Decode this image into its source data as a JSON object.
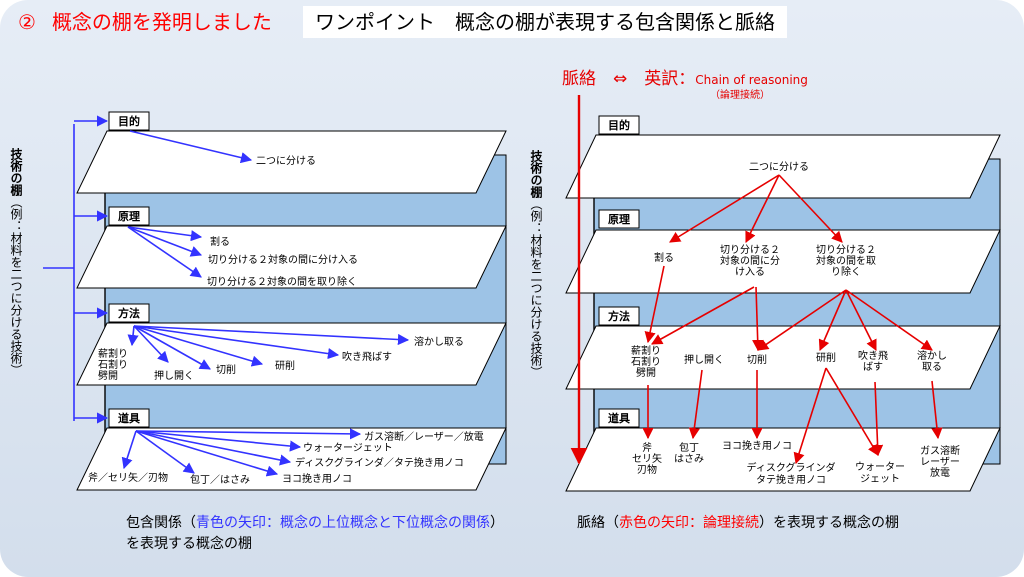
{
  "header": {
    "title_num": "②",
    "title": "概念の棚を発明しました",
    "subtitle": "ワンポイント　概念の棚が表現する包含関係と脈絡"
  },
  "colors": {
    "blue_arrow": "#3333ff",
    "red_arrow": "#e60000",
    "shelf_fill": "#9dc3e6"
  },
  "left": {
    "side_label_bold": "技術の棚",
    "side_label": "（例：材料を二つに分ける技術）",
    "shelves": {
      "purpose": {
        "label": "目的",
        "items": [
          "二つに分ける"
        ]
      },
      "principle": {
        "label": "原理",
        "items": [
          "割る",
          "切り分ける２対象の間に分け入る",
          "切り分ける２対象の間を取り除く"
        ]
      },
      "method": {
        "label": "方法",
        "items": [
          "薪割り\n石割り\n劈開",
          "押し開く",
          "切削",
          "研削",
          "吹き飛ばす",
          "溶かし取る"
        ]
      },
      "tool": {
        "label": "道具",
        "items": [
          "斧／セリ矢／刃物",
          "包丁／はさみ",
          "ヨコ挽き用ノコ",
          "ディスクグラインダ／タテ挽き用ノコ",
          "ウォータージェット",
          "ガス溶断／レーザー／放電"
        ]
      }
    },
    "caption": {
      "part1": "包含関係（",
      "blue": "青色の矢印：概念の上位概念と下位概念の関係",
      "part2": "）を表現する概念の棚"
    }
  },
  "right": {
    "header": {
      "main": "脈絡　⇔　英訳：",
      "english": "Chain of reasoning",
      "sub": "（論理接続）"
    },
    "side_label_bold": "技術の棚",
    "side_label": "（例：材料を二つに分ける技術）",
    "shelves": {
      "purpose": {
        "label": "目的",
        "items": [
          "二つに分ける"
        ]
      },
      "principle": {
        "label": "原理",
        "items": [
          "割る",
          "切り分ける２\n対象の間に分\nけ入る",
          "切り分ける２\n対象の間を取\nり除く"
        ]
      },
      "method": {
        "label": "方法",
        "items": [
          "薪割り\n石割り\n劈開",
          "押し開く",
          "切削",
          "研削",
          "吹き飛\nばす",
          "溶かし\n取る"
        ]
      },
      "tool": {
        "label": "道具",
        "items": [
          "斧\nセリ矢\n刃物",
          "包丁\nはさみ",
          "ヨコ挽き用ノコ",
          "ディスクグラインダ\nタテ挽き用ノコ",
          "ウォーター\nジェット",
          "ガス溶断\nレーザー\n放電"
        ]
      }
    },
    "caption": {
      "part1": "脈絡（",
      "red": "赤色の矢印：論理接続",
      "part2": "）を表現する概念の棚"
    }
  }
}
